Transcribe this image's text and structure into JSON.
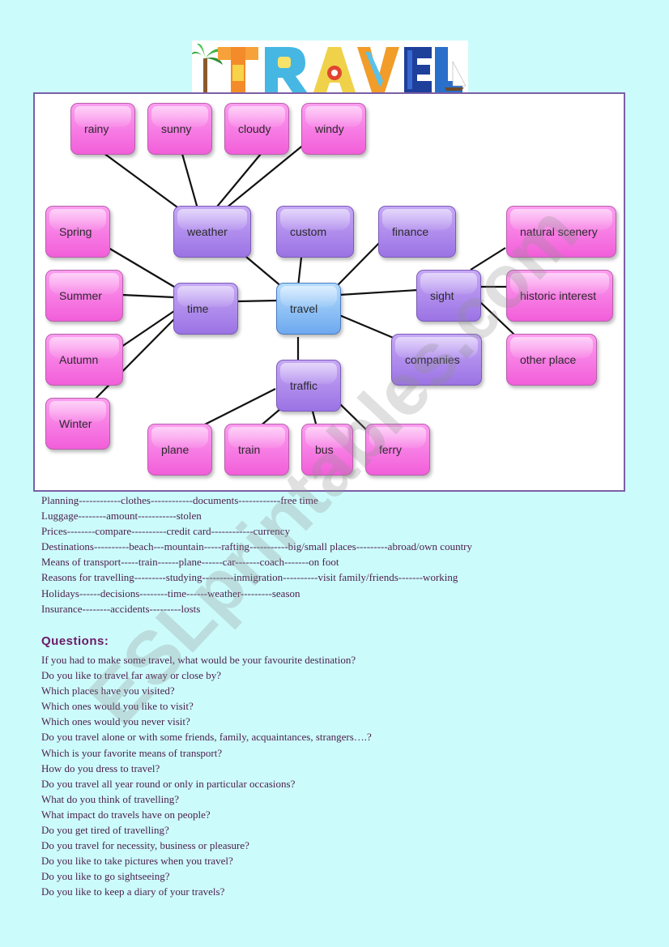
{
  "banner": {
    "title": "TRAVEL"
  },
  "mindmap": {
    "center": "travel",
    "nodes": {
      "rainy": "rainy",
      "sunny": "sunny",
      "cloudy": "cloudy",
      "windy": "windy",
      "weather": "weather",
      "custom": "custom",
      "finance": "finance",
      "spring": "Spring",
      "summer": "Summer",
      "autumn": "Autumn",
      "winter": "Winter",
      "time": "time",
      "travel": "travel",
      "traffic": "traffic",
      "sight": "sight",
      "companies": "companies",
      "natural": "natural scenery",
      "historic": "historic interest",
      "other": "other place",
      "plane": "plane",
      "train": "train",
      "bus": "bus",
      "ferry": "ferry"
    }
  },
  "vocabulary": [
    "Planning------------clothes------------documents------------free time",
    "Luggage--------amount-----------stolen",
    "Prices--------compare----------credit card------------currency",
    "Destinations----------beach---mountain-----rafting-----------big/small places---------abroad/own country",
    "Means of transport-----train------plane------car-------coach-------on foot",
    "Reasons for travelling---------studying---------inmigration----------visit family/friends-------working",
    "Holidays------decisions--------time------weather---------season",
    "Insurance--------accidents---------losts"
  ],
  "questions_heading": "Questions:",
  "questions": [
    "If you had to make some travel, what would be your favourite destination?",
    "Do you like to travel far away or close by?",
    "Which places have you visited?",
    "Which ones would you like to visit?",
    "Which ones would you never visit?",
    "Do you travel alone or with some friends, family, acquaintances, strangers….?",
    "Which is your favorite means of transport?",
    "How do you dress to travel?",
    "Do you travel all year round or only in particular occasions?",
    "What do you think of travelling?",
    "What impact do travels have on people?",
    "Do you get tired of travelling?",
    "Do you travel for necessity, business or pleasure?",
    "Do you like to take pictures when you travel?",
    "Do you like to go sightseeing?",
    "Do you like to keep a diary of your travels?"
  ],
  "watermark": "ESLprintables.com",
  "colors": {
    "background": "#ccfbfb",
    "text": "#4b1e4c",
    "heading": "#6a1b66",
    "pink": "#f25ed9",
    "purple": "#9b73e4",
    "blue": "#6ea9ef"
  }
}
